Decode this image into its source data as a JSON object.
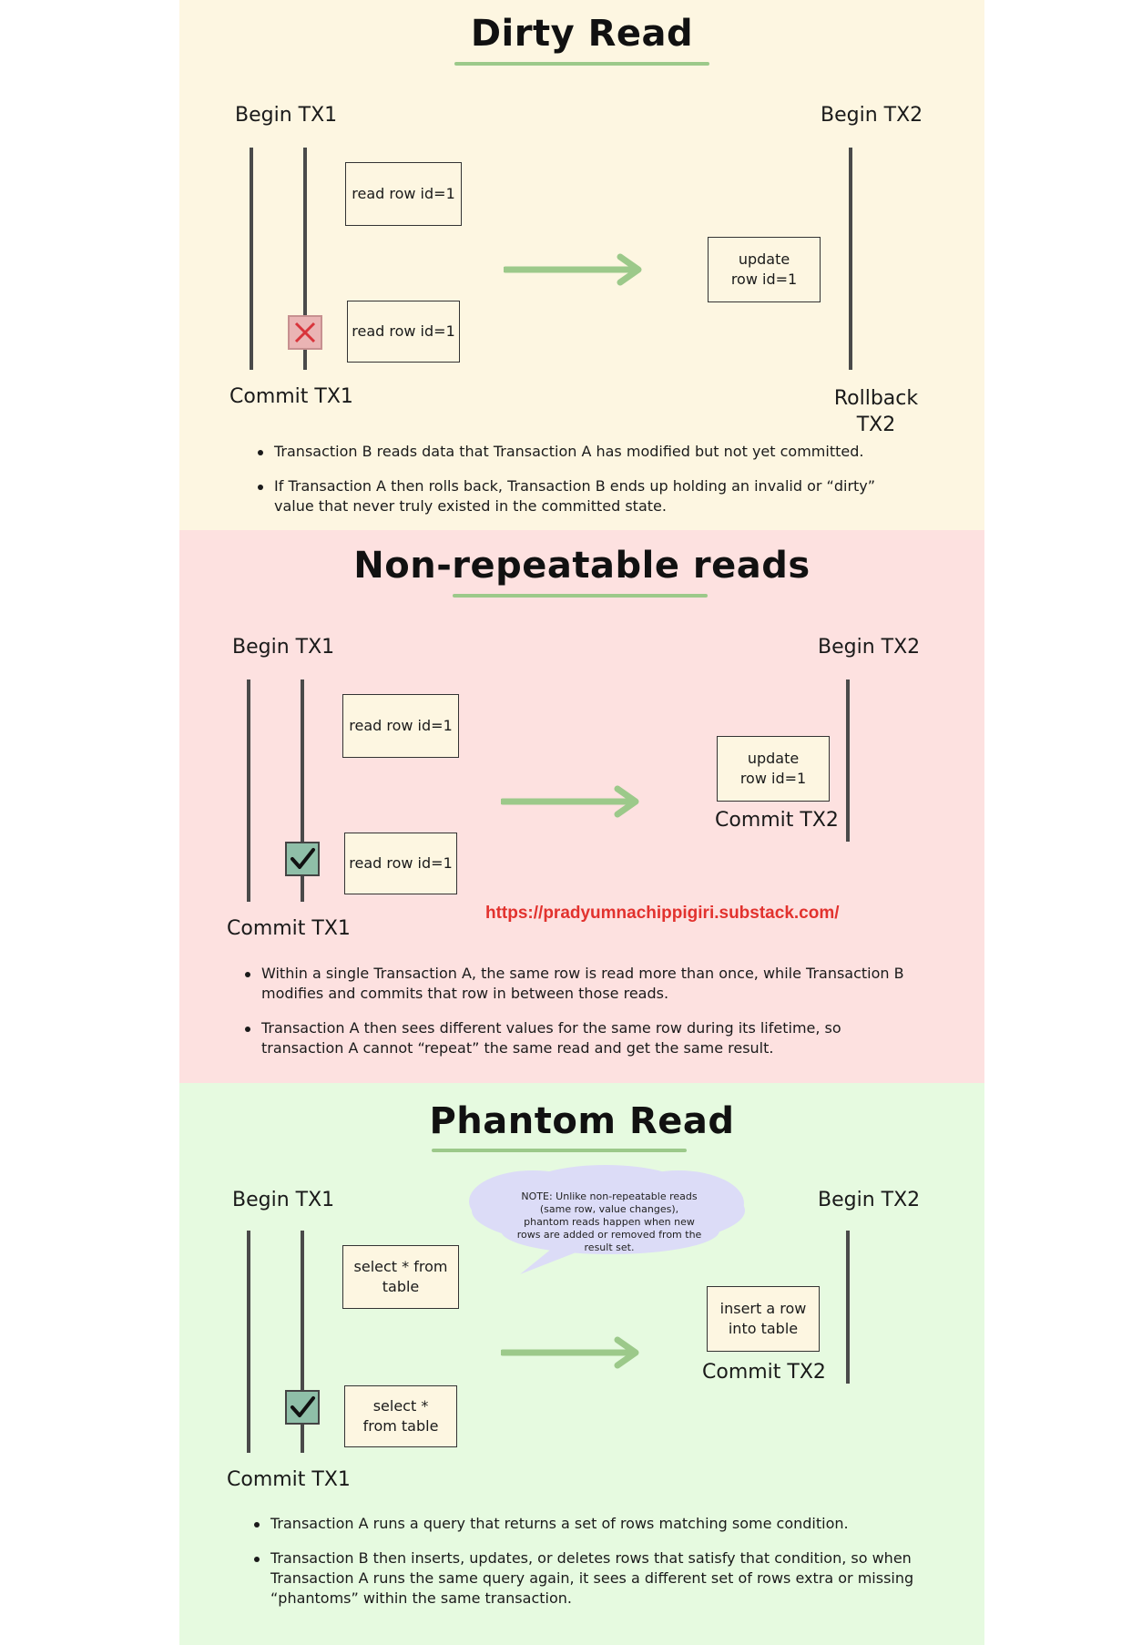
{
  "colors": {
    "dirty_bg": "#fdf6e1",
    "nonrepeatable_bg": "#fde1e0",
    "phantom_bg": "#e6fae0",
    "arrow": "#9cc98a",
    "underline": "#9cc98a",
    "url": "#e2322e",
    "cloud": "#dcdcf7"
  },
  "dirty_read": {
    "title": "Dirty Read",
    "begin_tx1": "Begin TX1",
    "begin_tx2": "Begin TX2",
    "commit_tx1": "Commit TX1",
    "rollback_tx2": "Rollback TX2",
    "box_read_1": "read row id=1",
    "box_read_2": "read row id=1",
    "box_update": "update row id=1",
    "status_icon": "x-mark-icon",
    "bullets": [
      "Transaction B reads data that Transaction A has modified but not yet committed.",
      "If Transaction A then rolls back, Transaction B ends up holding an invalid or “dirty” value that never truly existed in the committed state."
    ]
  },
  "non_repeatable": {
    "title": "Non-repeatable reads",
    "begin_tx1": "Begin TX1",
    "begin_tx2": "Begin TX2",
    "commit_tx1": "Commit TX1",
    "commit_tx2": "Commit TX2",
    "box_read_1": "read row id=1",
    "box_read_2": "read row id=1",
    "box_update": "update row id=1",
    "status_icon": "check-mark-icon",
    "url": "https://pradyumnachippigiri.substack.com/",
    "bullets": [
      "Within a single Transaction A, the same row is read more than once, while Transaction B modifies and commits that row in between those reads.",
      "Transaction A then sees different values for the same row during its lifetime, so transaction A cannot “repeat” the same read and get the same result."
    ]
  },
  "phantom": {
    "title": "Phantom Read",
    "begin_tx1": "Begin TX1",
    "begin_tx2": "Begin TX2",
    "commit_tx1": "Commit TX1",
    "commit_tx2": "Commit TX2",
    "box_select_1": "select * from table",
    "box_select_2": "select * from table",
    "box_insert": "insert a row into table",
    "status_icon": "check-mark-icon",
    "note": "NOTE: Unlike non-repeatable reads (same row, value changes), phantom reads happen when new rows are added or removed from the result set.",
    "bullets": [
      "Transaction A runs a query that returns a set of rows matching some condition.",
      "Transaction B then inserts, updates, or deletes rows that satisfy that condition, so when Transaction A runs the same query again, it sees a different set of rows extra or missing “phantoms” within the same transaction."
    ]
  }
}
